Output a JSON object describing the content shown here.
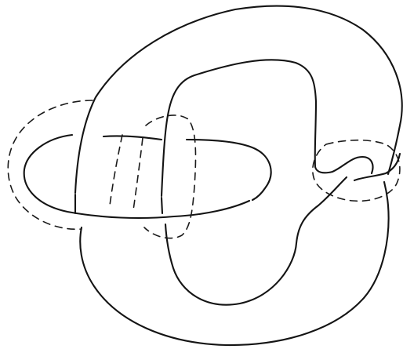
{
  "diagram": {
    "kind": "hand-drawn knot diagram",
    "style": "pencil line drawing on white paper",
    "ink_color": "#141414",
    "paper_color": "#ffffff",
    "line_types": [
      "solid",
      "dashed"
    ],
    "text_labels": []
  }
}
